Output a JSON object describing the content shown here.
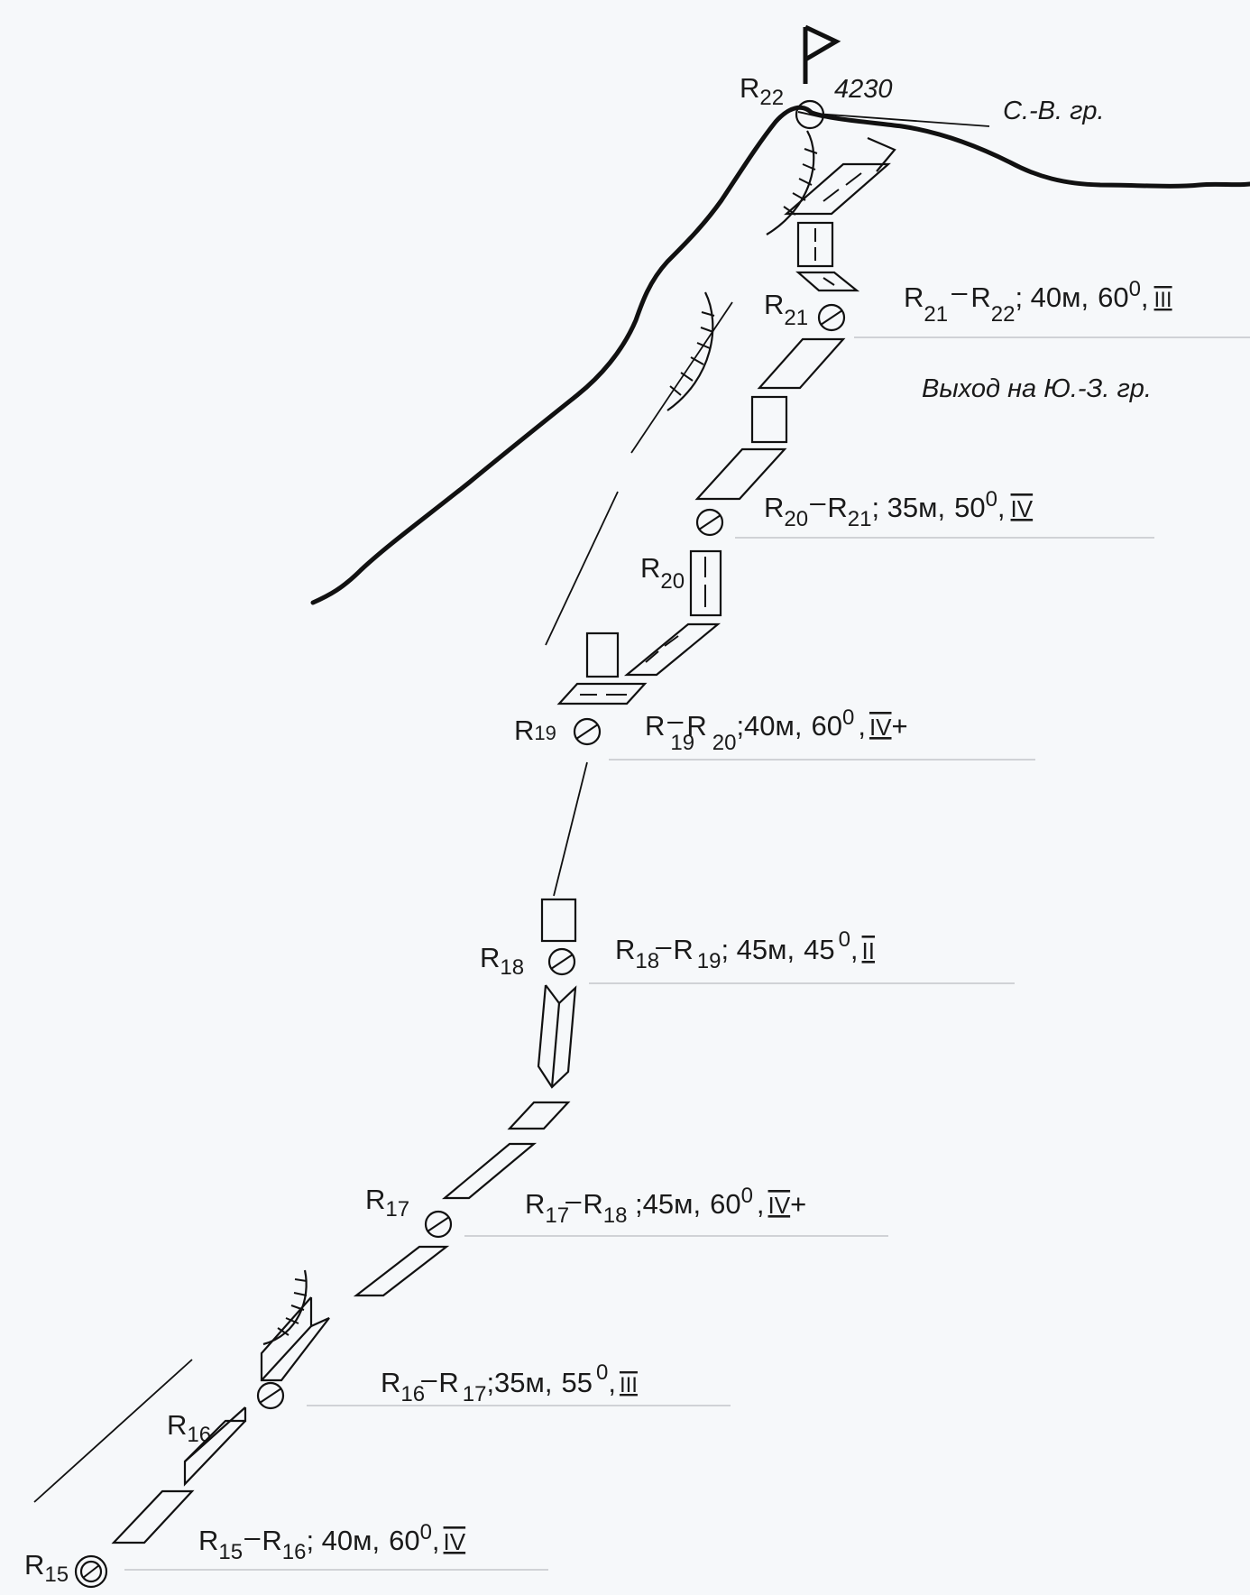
{
  "summit": {
    "station": "R",
    "station_sub": "22",
    "elevation": "4230",
    "ridge_label": "С.-В. гр.",
    "flag_icon": "summit-flag-icon"
  },
  "notes": {
    "exit_label": "Выход на Ю.-З. гр."
  },
  "stations": [
    {
      "id": "R22",
      "label": "R",
      "sub": "22"
    },
    {
      "id": "R21",
      "label": "R",
      "sub": "21"
    },
    {
      "id": "R20",
      "label": "R",
      "sub": "20"
    },
    {
      "id": "R19",
      "label": "R",
      "sub": "19"
    },
    {
      "id": "R18",
      "label": "R",
      "sub": "18"
    },
    {
      "id": "R17",
      "label": "R",
      "sub": "17"
    },
    {
      "id": "R16",
      "label": "R",
      "sub": "16"
    },
    {
      "id": "R15",
      "label": "R",
      "sub": "15"
    }
  ],
  "segments": [
    {
      "from": "21",
      "to": "22",
      "length": "; 40м,",
      "angle": "60",
      "deg": "0",
      "grade": "III",
      "plus": ""
    },
    {
      "from": "20",
      "to": "21",
      "length": "; 35м,",
      "angle": "50",
      "deg": "0",
      "grade": "IV",
      "plus": ""
    },
    {
      "from": "19",
      "to": "20",
      "length": ";40м,",
      "angle": "60",
      "deg": "0",
      "grade": "IV",
      "plus": "+"
    },
    {
      "from": "18",
      "to": "19",
      "length": "; 45м,",
      "angle": "45",
      "deg": "0",
      "grade": "II",
      "plus": ""
    },
    {
      "from": "17",
      "to": "18",
      "length": " ;45м,",
      "angle": "60",
      "deg": "0",
      "grade": "IV",
      "plus": "+"
    },
    {
      "from": "16",
      "to": "17",
      "length": ";35м,",
      "angle": "55",
      "deg": "0",
      "grade": "III",
      "plus": ""
    },
    {
      "from": "15",
      "to": "16",
      "length": "; 40м,",
      "angle": "60",
      "deg": "0",
      "grade": "IV",
      "plus": ""
    }
  ],
  "symbols": {
    "R": "R",
    "dash": "–",
    "comma": ","
  },
  "colors": {
    "background": "#f6f8fa",
    "ink": "#111111",
    "guide_line": "#b9bcc0"
  }
}
